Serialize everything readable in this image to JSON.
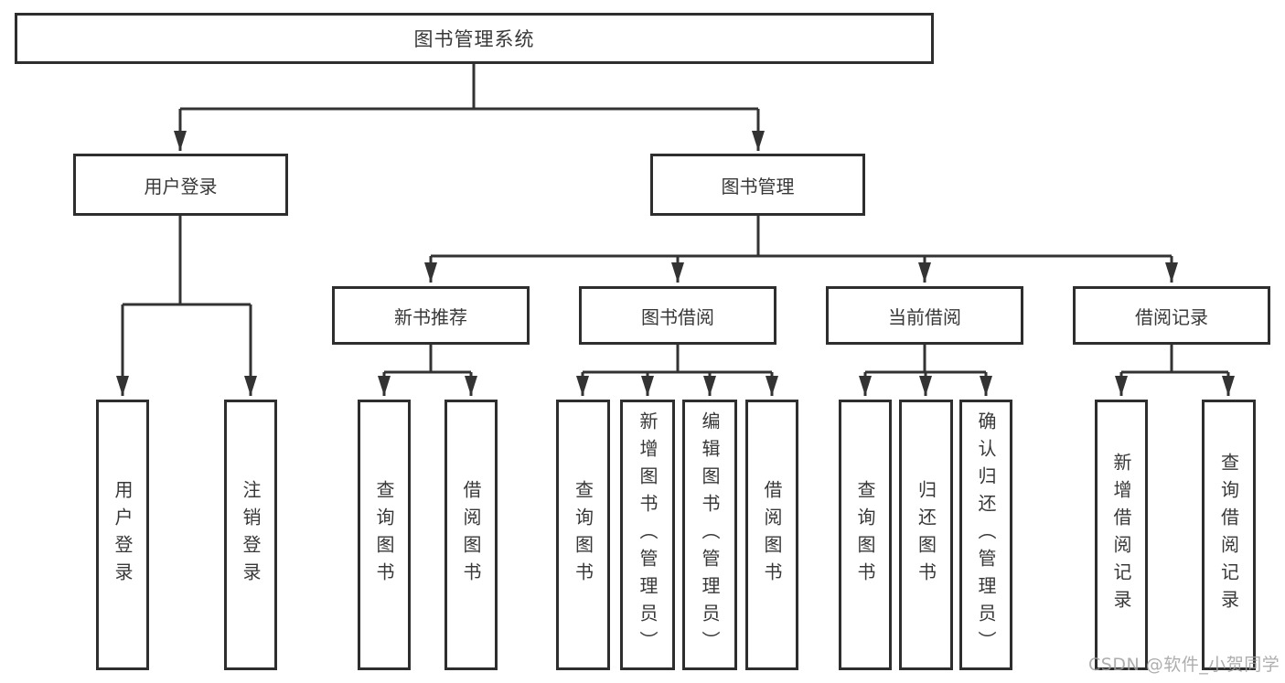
{
  "diagram": {
    "tree": {
      "root": {
        "label": "图书管理系统"
      },
      "branches": [
        {
          "label": "用户登录",
          "children": [
            {
              "label": "用户登录"
            },
            {
              "label": "注销登录"
            }
          ]
        },
        {
          "label": "图书管理",
          "groups": [
            {
              "label": "新书推荐",
              "children": [
                {
                  "label": "查询图书"
                },
                {
                  "label": "借阅图书"
                }
              ]
            },
            {
              "label": "图书借阅",
              "children": [
                {
                  "label": "查询图书"
                },
                {
                  "label": "新增图书（管理员）"
                },
                {
                  "label": "编辑图书（管理员）"
                },
                {
                  "label": "借阅图书"
                }
              ]
            },
            {
              "label": "当前借阅",
              "children": [
                {
                  "label": "查询图书"
                },
                {
                  "label": "归还图书"
                },
                {
                  "label": "确认归还（管理员）"
                }
              ]
            },
            {
              "label": "借阅记录",
              "children": [
                {
                  "label": "新增借阅记录"
                },
                {
                  "label": "查询借阅记录"
                }
              ]
            }
          ]
        }
      ]
    }
  },
  "watermark": {
    "text": "CSDN @软件_小贺同学"
  },
  "colors": {
    "line": "#333333",
    "box-border": "#2e2e2e",
    "box-bg": "#ffffff",
    "text": "#383838",
    "page-bg": "#ffffff",
    "watermark": "#a0a0a0"
  }
}
